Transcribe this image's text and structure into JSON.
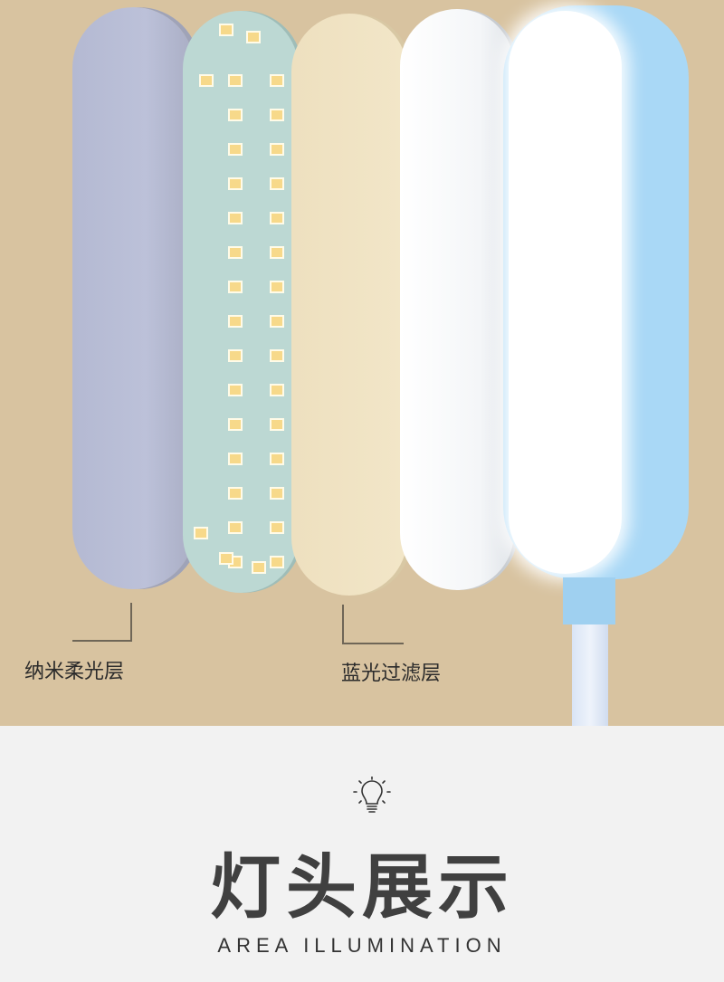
{
  "labels": {
    "layer_left": "纳米柔光层",
    "layer_right": "蓝光过滤层"
  },
  "section": {
    "icon": "lightbulb-icon",
    "title": "灯头展示",
    "subtitle": "AREA ILLUMINATION"
  },
  "colors": {
    "background_top": "#d8c3a0",
    "background_bottom": "#f2f2f2",
    "lamp_blue": "#a9d8f6",
    "title_text": "#404040"
  }
}
